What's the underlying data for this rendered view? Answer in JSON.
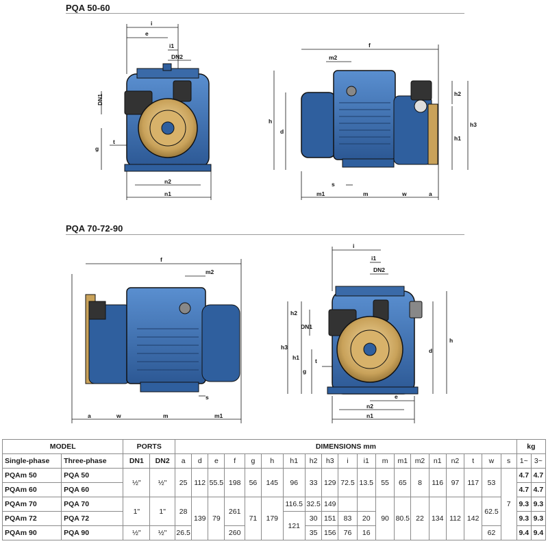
{
  "section1": {
    "title": "PQA 50-60"
  },
  "section2": {
    "title": "PQA 70-72-90"
  },
  "drawing_labels": {
    "i": "i",
    "e": "e",
    "i1": "i1",
    "dn2": "DN2",
    "dn1": "DN1",
    "t": "t",
    "g": "g",
    "n1": "n1",
    "n2": "n2",
    "f": "f",
    "m2": "m2",
    "h": "h",
    "d": "d",
    "h1": "h1",
    "h2": "h2",
    "h3": "h3",
    "s": "s",
    "m": "m",
    "m1": "m1",
    "w": "w",
    "a": "a"
  },
  "table": {
    "header": {
      "model": "MODEL",
      "ports": "PORTS",
      "dimensions": "DIMENSIONS mm",
      "kg": "kg",
      "single_phase": "Single-phase",
      "three_phase": "Three-phase",
      "dn1": "DN1",
      "dn2": "DN2",
      "cols": [
        "a",
        "d",
        "e",
        "f",
        "g",
        "h",
        "h1",
        "h2",
        "h3",
        "i",
        "i1",
        "m",
        "m1",
        "m2",
        "n1",
        "n2",
        "t",
        "w",
        "s"
      ],
      "kg1": "1~",
      "kg3": "3~"
    },
    "rows": [
      {
        "single": "PQAm 50",
        "three": "PQA 50",
        "kg1": "4.7",
        "kg3": "4.7"
      },
      {
        "single": "PQAm 60",
        "three": "PQA 60",
        "kg1": "4.7",
        "kg3": "4.7"
      },
      {
        "single": "PQAm 70",
        "three": "PQA 70",
        "kg1": "9.3",
        "kg3": "9.3"
      },
      {
        "single": "PQAm 72",
        "three": "PQA 72",
        "kg1": "9.3",
        "kg3": "9.3"
      },
      {
        "single": "PQAm 90",
        "three": "PQA 90",
        "kg1": "9.4",
        "kg3": "9.4"
      }
    ],
    "values": {
      "dn_a": "½\"",
      "dn_b": "1\"",
      "dn_c": "½\"",
      "a_1": "25",
      "a_2": "28",
      "a_3": "26.5",
      "d_1": "112",
      "d_2": "139",
      "e_1": "55.5",
      "e_2": "79",
      "f_1": "198",
      "f_2": "261",
      "f_3": "260",
      "g_1": "56",
      "g_2": "71",
      "h_1": "145",
      "h_2": "179",
      "h1_1": "96",
      "h1_2": "116.5",
      "h1_3": "121",
      "h2_1": "33",
      "h2_2": "32.5",
      "h2_3": "30",
      "h2_4": "35",
      "h3_1": "129",
      "h3_2": "149",
      "h3_3": "151",
      "h3_4": "156",
      "i_1": "72.5",
      "i_2": "83",
      "i_3": "76",
      "i1_1": "13.5",
      "i1_2": "20",
      "i1_3": "16",
      "m_1": "55",
      "m_2": "90",
      "m1_1": "65",
      "m1_2": "80.5",
      "m2_1": "8",
      "m2_2": "22",
      "n1_1": "116",
      "n1_2": "134",
      "n2_1": "97",
      "n2_2": "112",
      "t_1": "117",
      "t_2": "142",
      "w_1": "53",
      "w_2": "62.5",
      "w_3": "62",
      "s": "7"
    }
  },
  "colors": {
    "pump_blue": "#2f5f9e",
    "pump_blue_light": "#4d82c4",
    "bronze": "#c9a25a",
    "outline": "#111111"
  }
}
